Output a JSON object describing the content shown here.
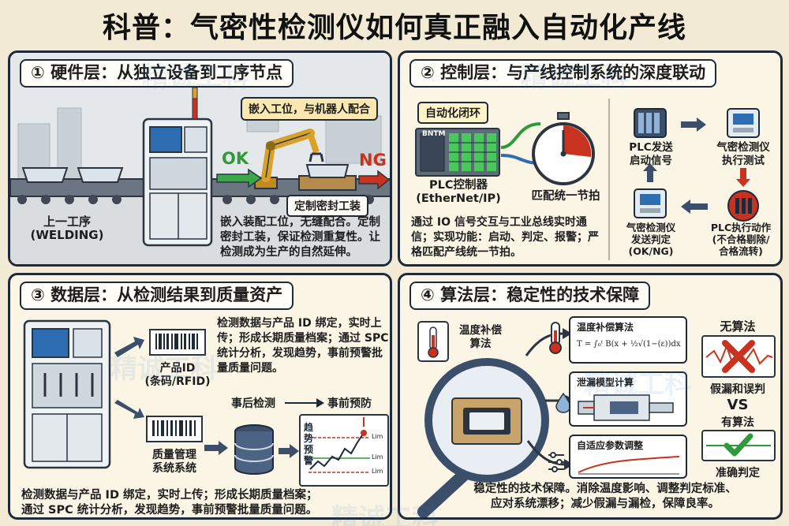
{
  "title": "科普：气密性检测仪如何真正融入自动化产线",
  "colors": {
    "frame": "#1e2a3a",
    "accent_red": "#c8321e",
    "accent_green": "#2f9a3a",
    "arrow_blue": "#3b4f6b",
    "panel_bg": "#fbf5e6"
  },
  "panel1": {
    "title": "① 硬件层：从独立设备到工序节点",
    "callout": "嵌入工位，与机器人配合",
    "ok": "OK",
    "ng": "NG",
    "fixture_label": "定制密封工装",
    "prev_process": "上一工序\n(WELDING)",
    "desc": "嵌入装配工位，无缝配合。定制密封工装，保证检测重复性。让检测成为生产的自然延伸。"
  },
  "panel2": {
    "title": "② 控制层：与产线控制系统的深度联动",
    "loop_tag": "自动化闭环",
    "plc_brand": "BNTM",
    "plc_label": "PLC控制器\n(EtherNet/IP)",
    "timer_label": "匹配统一节拍",
    "desc": "通过 IO 信号交互与工业总线实时通信；实现功能：启动、判定、报警；严格匹配产线统一节拍。",
    "flow": {
      "step1": "PLC发送\n启动信号",
      "step2": "气密检测仪\n执行测试",
      "step3": "PLC执行动作\n(不合格剔除/\n合格流转)",
      "step4": "气密检测仪\n发送判定\n(OK/NG)"
    }
  },
  "panel3": {
    "title": "③ 数据层：从检测结果到质量资产",
    "desc_top": "检测数据与产品 ID 绑定，实时上传；形成长期质量档案；通过 SPC 统计分析，发现趋势，事前预警批量质量问题。",
    "product_id": "产品ID\n(条码/RFID)",
    "qms": "质量管理\n系统系统",
    "post_check": "事后检测",
    "pre_prevent": "事前预防",
    "trend_label": "趋势预警",
    "lim": "Lim",
    "desc_bottom": "检测数据与产品 ID 绑定，实时上传；形成长期质量档案；\n通过 SPC 统计分析，发现趋势，事前预警批量质量问题。"
  },
  "panel4": {
    "title": "④ 算法层：稳定性的技术保障",
    "temp_comp": "温度补偿\n算法",
    "box1_title": "温度补偿算法",
    "formula": "T = ∫₀ᵗ B(x + ½√(1−(ε))dx",
    "box2_title": "泄漏模型计算",
    "box3_title": "自适应参数调整",
    "no_algo": "无算法",
    "false_judge": "假漏和误判",
    "vs": "VS",
    "with_algo": "有算法",
    "accurate": "准确判定",
    "desc": "稳定性的技术保障。消除温度影响、调整判定标准、\n应对系统漂移；减少假漏与漏检，保障良率。"
  },
  "watermark": "精诚工科"
}
